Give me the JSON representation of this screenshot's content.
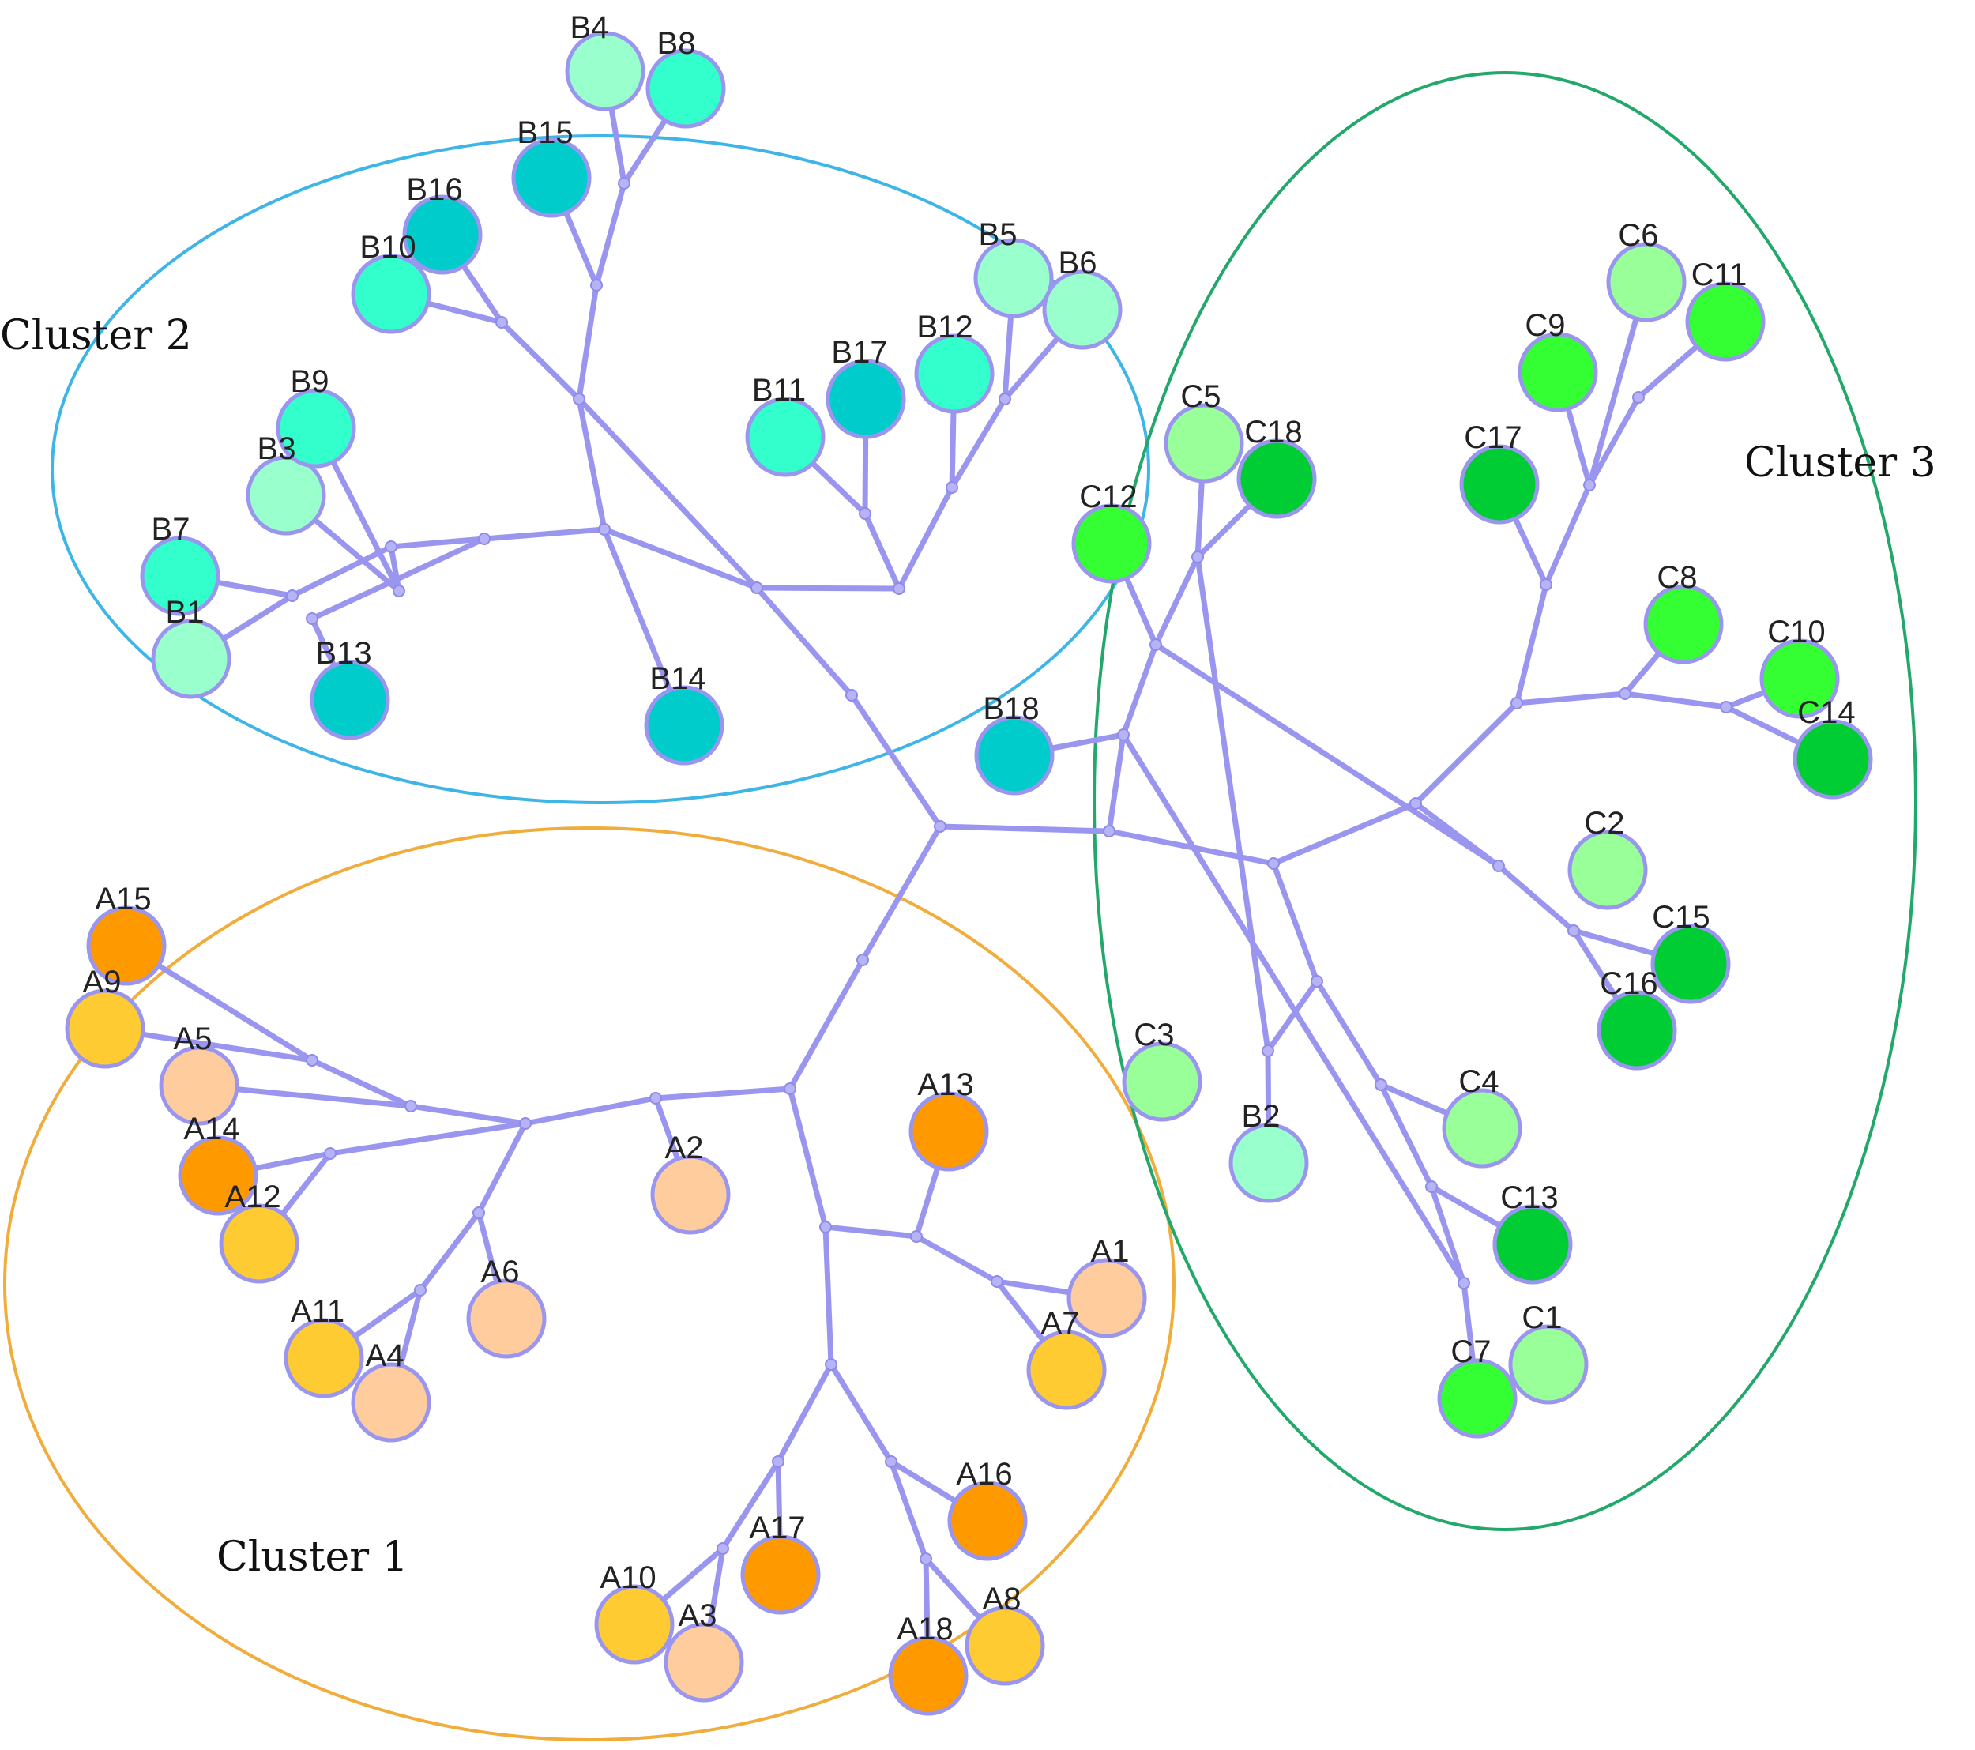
{
  "palette": {
    "edge": "#9a96f0",
    "cluster_1_ring": "#f0ad3b",
    "cluster_2_ring": "#3db5e6",
    "cluster_3_ring": "#22a86a"
  },
  "clusters": [
    {
      "id": "cluster-1",
      "label": "Cluster 1",
      "ring_color": "#f0ad3b"
    },
    {
      "id": "cluster-2",
      "label": "Cluster 2",
      "ring_color": "#3db5e6"
    },
    {
      "id": "cluster-3",
      "label": "Cluster 3",
      "ring_color": "#22a86a"
    }
  ],
  "nodes": [
    {
      "id": "A1",
      "label": "A1",
      "cluster": "cluster-1",
      "color": "#ffcc9e"
    },
    {
      "id": "A2",
      "label": "A2",
      "cluster": "cluster-1",
      "color": "#ffcc9e"
    },
    {
      "id": "A3",
      "label": "A3",
      "cluster": "cluster-1",
      "color": "#ffcc9e"
    },
    {
      "id": "A4",
      "label": "A4",
      "cluster": "cluster-1",
      "color": "#ffcc9e"
    },
    {
      "id": "A5",
      "label": "A5",
      "cluster": "cluster-1",
      "color": "#ffcc9e"
    },
    {
      "id": "A6",
      "label": "A6",
      "cluster": "cluster-1",
      "color": "#ffcc9e"
    },
    {
      "id": "A7",
      "label": "A7",
      "cluster": "cluster-1",
      "color": "#ffcb33"
    },
    {
      "id": "A8",
      "label": "A8",
      "cluster": "cluster-1",
      "color": "#ffcb33"
    },
    {
      "id": "A9",
      "label": "A9",
      "cluster": "cluster-1",
      "color": "#ffcb33"
    },
    {
      "id": "A10",
      "label": "A10",
      "cluster": "cluster-1",
      "color": "#ffcb33"
    },
    {
      "id": "A11",
      "label": "A11",
      "cluster": "cluster-1",
      "color": "#ffcb33"
    },
    {
      "id": "A12",
      "label": "A12",
      "cluster": "cluster-1",
      "color": "#ffcb33"
    },
    {
      "id": "A13",
      "label": "A13",
      "cluster": "cluster-1",
      "color": "#ff9900"
    },
    {
      "id": "A14",
      "label": "A14",
      "cluster": "cluster-1",
      "color": "#ff9900"
    },
    {
      "id": "A15",
      "label": "A15",
      "cluster": "cluster-1",
      "color": "#ff9900"
    },
    {
      "id": "A16",
      "label": "A16",
      "cluster": "cluster-1",
      "color": "#ff9900"
    },
    {
      "id": "A17",
      "label": "A17",
      "cluster": "cluster-1",
      "color": "#ff9900"
    },
    {
      "id": "A18",
      "label": "A18",
      "cluster": "cluster-1",
      "color": "#ff9900"
    },
    {
      "id": "B1",
      "label": "B1",
      "cluster": "cluster-2",
      "color": "#99ffcc"
    },
    {
      "id": "B2",
      "label": "B2",
      "cluster": "cluster-3",
      "color": "#99ffcc"
    },
    {
      "id": "B3",
      "label": "B3",
      "cluster": "cluster-2",
      "color": "#99ffcc"
    },
    {
      "id": "B4",
      "label": "B4",
      "cluster": "cluster-2",
      "color": "#99ffcc"
    },
    {
      "id": "B5",
      "label": "B5",
      "cluster": "cluster-2",
      "color": "#99ffcc"
    },
    {
      "id": "B6",
      "label": "B6",
      "cluster": "cluster-2",
      "color": "#99ffcc"
    },
    {
      "id": "B7",
      "label": "B7",
      "cluster": "cluster-2",
      "color": "#33ffcc"
    },
    {
      "id": "B8",
      "label": "B8",
      "cluster": "cluster-2",
      "color": "#33ffcc"
    },
    {
      "id": "B9",
      "label": "B9",
      "cluster": "cluster-2",
      "color": "#33ffcc"
    },
    {
      "id": "B10",
      "label": "B10",
      "cluster": "cluster-2",
      "color": "#33ffcc"
    },
    {
      "id": "B11",
      "label": "B11",
      "cluster": "cluster-2",
      "color": "#33ffcc"
    },
    {
      "id": "B12",
      "label": "B12",
      "cluster": "cluster-2",
      "color": "#33ffcc"
    },
    {
      "id": "B13",
      "label": "B13",
      "cluster": "cluster-2",
      "color": "#00cccc"
    },
    {
      "id": "B14",
      "label": "B14",
      "cluster": "cluster-2",
      "color": "#00cccc"
    },
    {
      "id": "B15",
      "label": "B15",
      "cluster": "cluster-2",
      "color": "#00cccc"
    },
    {
      "id": "B16",
      "label": "B16",
      "cluster": "cluster-2",
      "color": "#00cccc"
    },
    {
      "id": "B17",
      "label": "B17",
      "cluster": "cluster-2",
      "color": "#00cccc"
    },
    {
      "id": "B18",
      "label": "B18",
      "cluster": "none",
      "color": "#00cccc"
    },
    {
      "id": "C1",
      "label": "C1",
      "cluster": "cluster-3",
      "color": "#99ff99"
    },
    {
      "id": "C2",
      "label": "C2",
      "cluster": "cluster-3",
      "color": "#99ff99"
    },
    {
      "id": "C3",
      "label": "C3",
      "cluster": "cluster-3",
      "color": "#99ff99"
    },
    {
      "id": "C4",
      "label": "C4",
      "cluster": "cluster-3",
      "color": "#99ff99"
    },
    {
      "id": "C5",
      "label": "C5",
      "cluster": "cluster-3",
      "color": "#99ff99"
    },
    {
      "id": "C6",
      "label": "C6",
      "cluster": "cluster-3",
      "color": "#99ff99"
    },
    {
      "id": "C7",
      "label": "C7",
      "cluster": "cluster-3",
      "color": "#33ff33"
    },
    {
      "id": "C8",
      "label": "C8",
      "cluster": "cluster-3",
      "color": "#33ff33"
    },
    {
      "id": "C9",
      "label": "C9",
      "cluster": "cluster-3",
      "color": "#33ff33"
    },
    {
      "id": "C10",
      "label": "C10",
      "cluster": "cluster-3",
      "color": "#33ff33"
    },
    {
      "id": "C11",
      "label": "C11",
      "cluster": "cluster-3",
      "color": "#33ff33"
    },
    {
      "id": "C12",
      "label": "C12",
      "cluster": "cluster-3",
      "color": "#33ff33"
    },
    {
      "id": "C13",
      "label": "C13",
      "cluster": "cluster-3",
      "color": "#00cc33"
    },
    {
      "id": "C14",
      "label": "C14",
      "cluster": "cluster-3",
      "color": "#00cc33"
    },
    {
      "id": "C15",
      "label": "C15",
      "cluster": "cluster-3",
      "color": "#00cc33"
    },
    {
      "id": "C16",
      "label": "C16",
      "cluster": "cluster-3",
      "color": "#00cc33"
    },
    {
      "id": "C17",
      "label": "C17",
      "cluster": "cluster-3",
      "color": "#00cc33"
    },
    {
      "id": "C18",
      "label": "C18",
      "cluster": "cluster-3",
      "color": "#00cc33"
    }
  ]
}
